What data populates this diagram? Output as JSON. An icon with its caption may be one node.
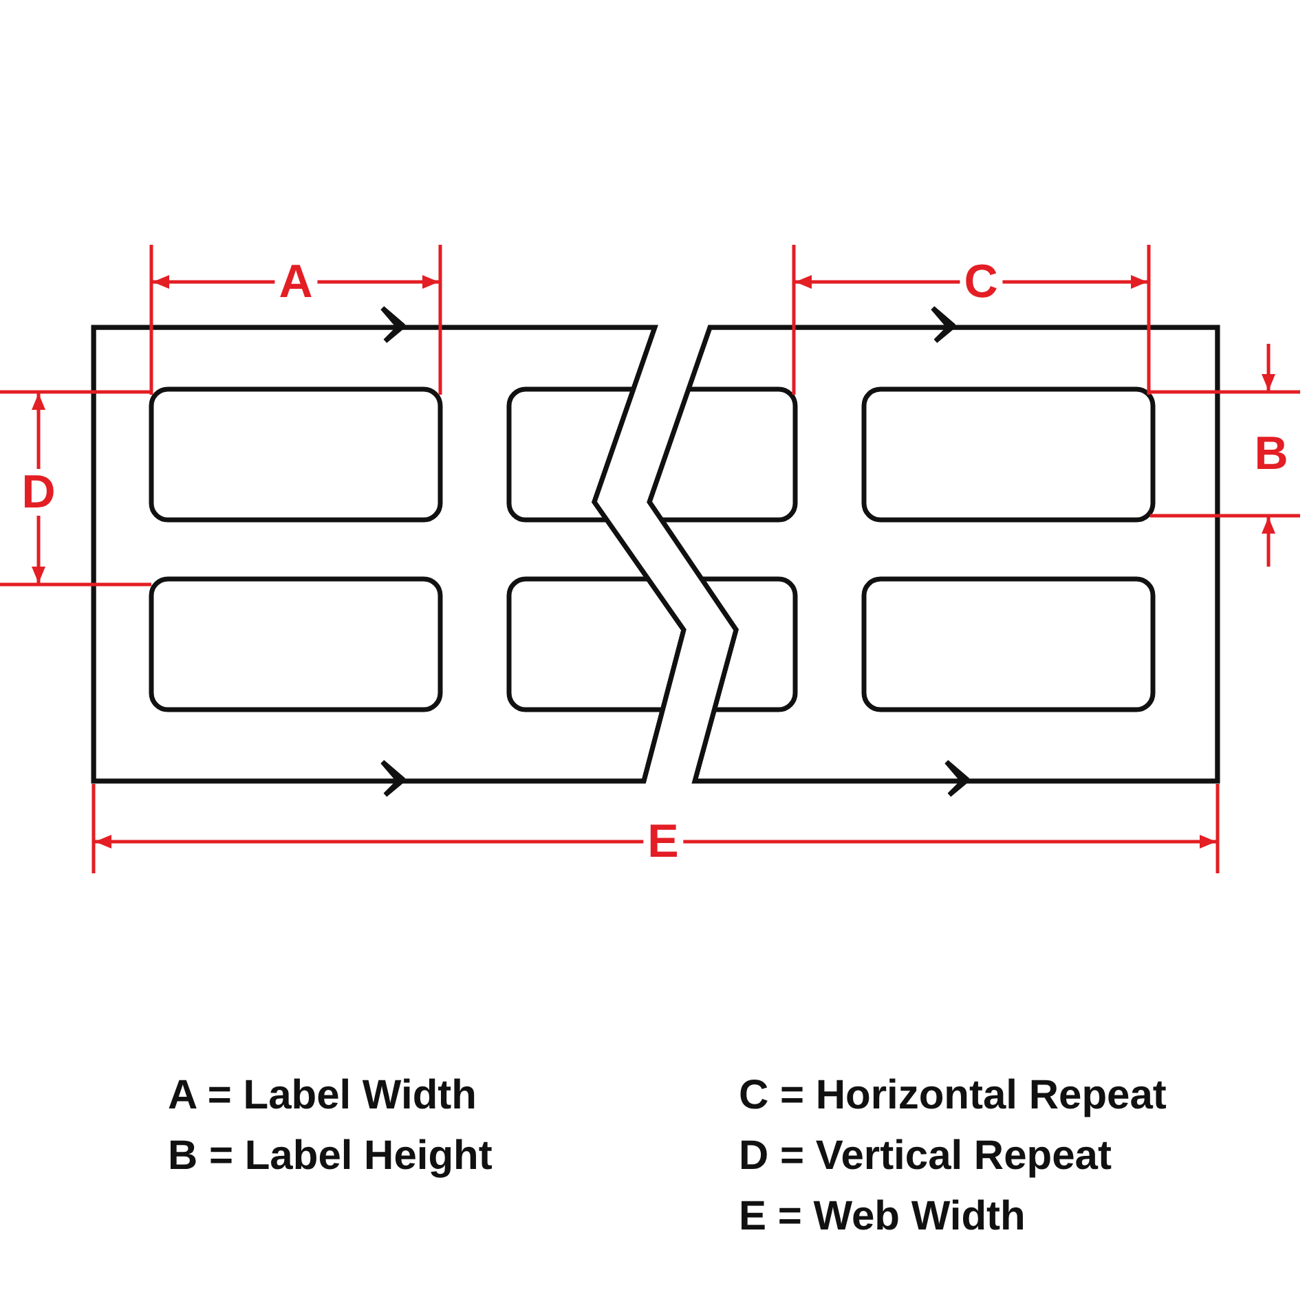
{
  "diagram": {
    "labels": [
      "A",
      "C",
      "B",
      "D",
      "E",
      "A = Label Width",
      "C = Horizontal Repeat",
      "B = Label Height",
      "D = Vertical Repeat",
      "E = Web Width"
    ]
  }
}
